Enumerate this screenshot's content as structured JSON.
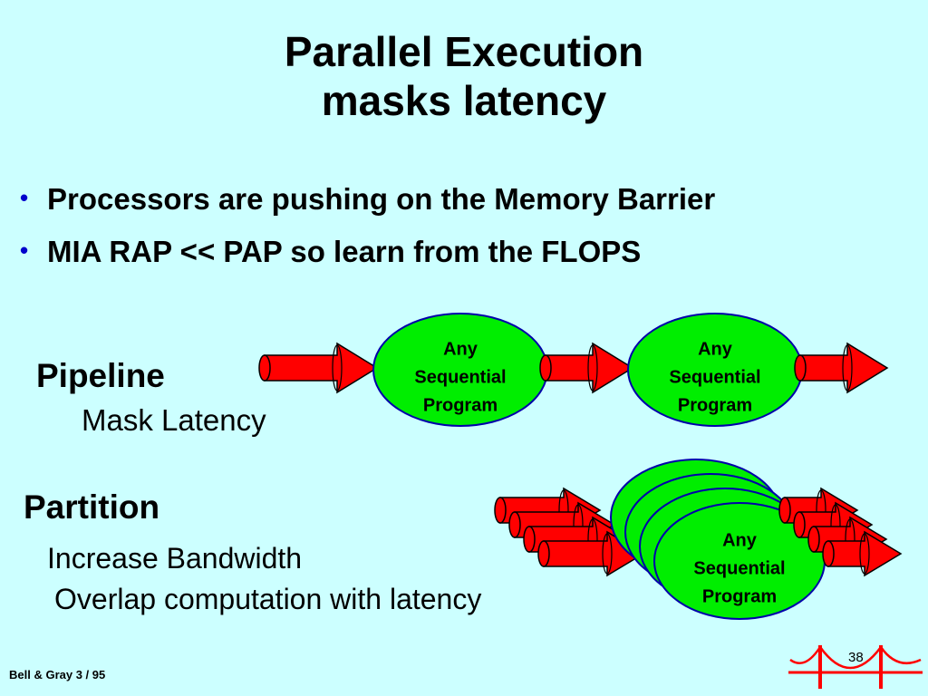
{
  "title": {
    "line1": "Parallel Execution",
    "line2": "masks latency"
  },
  "bullets": [
    "Processors are pushing on the Memory Barrier",
    "MIA RAP << PAP  so learn from the FLOPS"
  ],
  "pipeline": {
    "heading": "Pipeline",
    "subtitle": "Mask Latency",
    "oval1": [
      "Any",
      "Sequential",
      "Program"
    ],
    "oval2": [
      "Any",
      "Sequential",
      "Program"
    ]
  },
  "partition": {
    "heading": "Partition",
    "line1": "Increase Bandwidth",
    "line2": "Overlap computation with latency",
    "oval_front": [
      "Any",
      "Sequential",
      "Program"
    ]
  },
  "footer": {
    "credit": "Bell & Gray 3 / 95",
    "page": "38"
  },
  "colors": {
    "background": "#ccffff",
    "arrow_fill": "#ff0000",
    "oval_fill": "#00ee00",
    "oval_stroke": "#0000aa",
    "bullet": "#0000cc",
    "bridge_logo": "#ff0000"
  },
  "icons": {
    "footer_logo": "golden-gate-bridge-icon"
  }
}
